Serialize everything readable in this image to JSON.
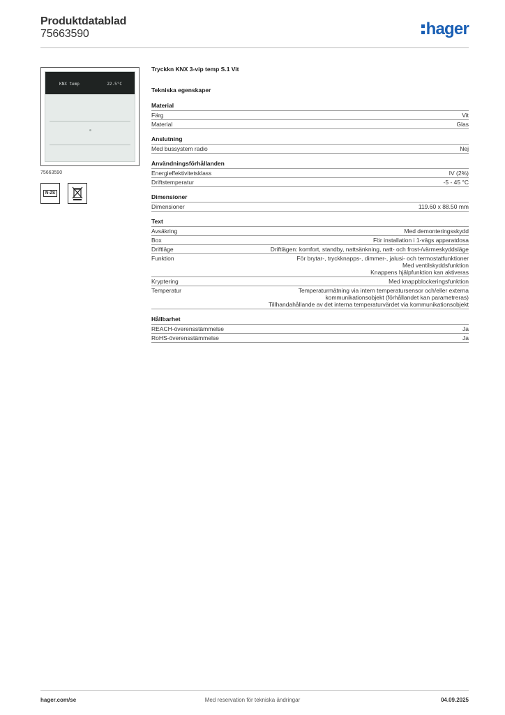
{
  "header": {
    "title": "Produktdatablad",
    "code": "75663590",
    "logo_text": "hager",
    "brand_color": "#1a5fb4"
  },
  "image_panel": {
    "display_left": "KNX temp",
    "display_right": "22.5°C",
    "caption": "75663590",
    "cert_icons": [
      {
        "name": "nzs-icon",
        "label": "N-ZS"
      },
      {
        "name": "weee-bin-icon"
      }
    ]
  },
  "product": {
    "name": "Tryckkn KNX 3-vip temp S.1 Vit",
    "tech_heading": "Tekniska egenskaper"
  },
  "sections": [
    {
      "title": "Material",
      "rows": [
        {
          "label": "Färg",
          "value": [
            "Vit"
          ]
        },
        {
          "label": "Material",
          "value": [
            "Glas"
          ]
        }
      ]
    },
    {
      "title": "Anslutning",
      "rows": [
        {
          "label": "Med bussystem radio",
          "value": [
            "Nej"
          ]
        }
      ]
    },
    {
      "title": "Användningsförhållanden",
      "rows": [
        {
          "label": "Energieffektivitetsklass",
          "value": [
            "IV (2%)"
          ]
        },
        {
          "label": "Driftstemperatur",
          "value": [
            "-5 - 45 °C"
          ]
        }
      ]
    },
    {
      "title": "Dimensioner",
      "rows": [
        {
          "label": "Dimensioner",
          "value": [
            "119.60 x 88.50 mm"
          ]
        }
      ]
    },
    {
      "title": "Text",
      "rows": [
        {
          "label": "Avsäkring",
          "value": [
            "Med demonteringsskydd"
          ]
        },
        {
          "label": "Box",
          "value": [
            "För installation i 1-vägs apparatdosa"
          ]
        },
        {
          "label": "Driftläge",
          "value": [
            "Driftlägen: komfort, standby, nattsänkning, natt- och frost-/värmeskyddsläge"
          ]
        },
        {
          "label": "Funktion",
          "value": [
            "För brytar-, tryckknapps-, dimmer-, jalusi- och termostatfunktioner",
            "Med ventilskyddsfunktion",
            "Knappens hjälpfunktion kan aktiveras"
          ]
        },
        {
          "label": "Kryptering",
          "value": [
            "Med knappblockeringsfunktion"
          ]
        },
        {
          "label": "Temperatur",
          "value": [
            "Temperaturmätning via intern temperatursensor och/eller externa",
            "kommunikationsobjekt (förhållandet kan parametreras)",
            "Tillhandahållande av det interna temperaturvärdet via kommunikationsobjekt"
          ]
        }
      ]
    },
    {
      "title": "Hållbarhet",
      "rows": [
        {
          "label": "REACH-överensstämmelse",
          "value": [
            "Ja"
          ]
        },
        {
          "label": "RoHS-överensstämmelse",
          "value": [
            "Ja"
          ]
        }
      ]
    }
  ],
  "footer": {
    "left": "hager.com/se",
    "center": "Med reservation för tekniska ändringar",
    "right": "04.09.2025"
  }
}
